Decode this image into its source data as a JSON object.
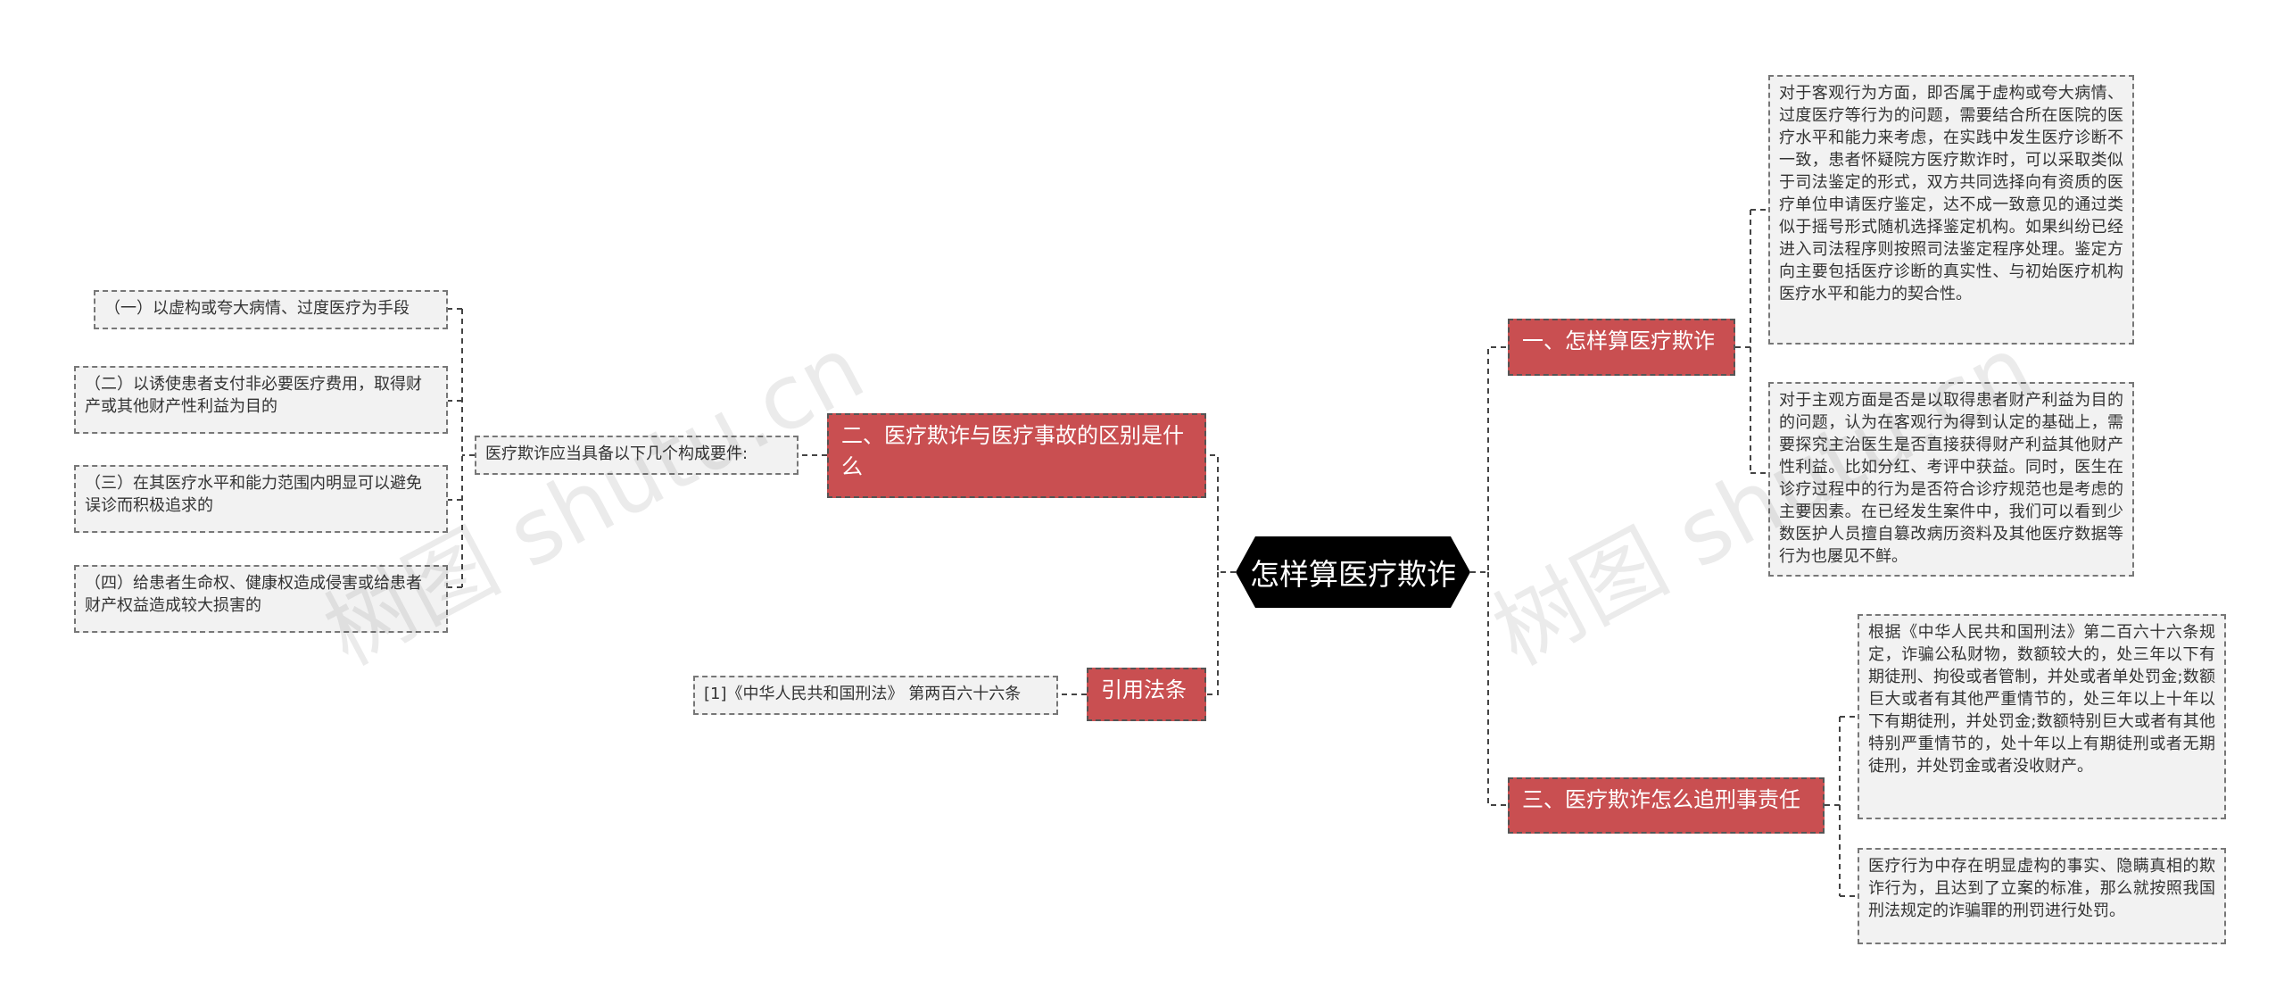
{
  "root": {
    "label": "怎样算医疗欺诈"
  },
  "branches": {
    "b1": {
      "label": "一、怎样算医疗欺诈"
    },
    "b2": {
      "label": "二、医疗欺诈与医疗事故的区别是什么"
    },
    "b3": {
      "label": "三、医疗欺诈怎么追刑事责任"
    },
    "b4": {
      "label": "引用法条"
    }
  },
  "leaves": {
    "b1_l1": "对于客观行为方面，即否属于虚构或夸大病情、过度医疗等行为的问题，需要结合所在医院的医疗水平和能力来考虑，在实践中发生医疗诊断不一致，患者怀疑院方医疗欺诈时，可以采取类似于司法鉴定的形式，双方共同选择向有资质的医疗单位申请医疗鉴定，达不成一致意见的通过类似于摇号形式随机选择鉴定机构。如果纠纷已经进入司法程序则按照司法鉴定程序处理。鉴定方向主要包括医疗诊断的真实性、与初始医疗机构医疗水平和能力的契合性。",
    "b1_l2": "对于主观方面是否是以取得患者财产利益为目的的问题，认为在客观行为得到认定的基础上，需要探究主治医生是否直接获得财产利益其他财产性利益。比如分红、考评中获益。同时，医生在诊疗过程中的行为是否符合诊疗规范也是考虑的主要因素。在已经发生案件中，我们可以看到少数医护人员擅自篡改病历资料及其他医疗数据等行为也屡见不鲜。",
    "b2_mid": "医疗欺诈应当具备以下几个构成要件:",
    "b2_l1": "（一）以虚构或夸大病情、过度医疗为手段",
    "b2_l2": "（二）以诱使患者支付非必要医疗费用，取得财产或其他财产性利益为目的",
    "b2_l3": "（三）在其医疗水平和能力范围内明显可以避免误诊而积极追求的",
    "b2_l4": "（四）给患者生命权、健康权造成侵害或给患者财产权益造成较大损害的",
    "b3_l1": "根据《中华人民共和国刑法》第二百六十六条规定，诈骗公私财物，数额较大的，处三年以下有期徒刑、拘役或者管制，并处或者单处罚金;数额巨大或者有其他严重情节的，处三年以上十年以下有期徒刑，并处罚金;数额特别巨大或者有其他特别严重情节的，处十年以上有期徒刑或者无期徒刑，并处罚金或者没收财产。",
    "b3_l2": "医疗行为中存在明显虚构的事实、隐瞒真相的欺诈行为，且达到了立案的标准，那么就按照我国刑法规定的诈骗罪的刑罚进行处罚。",
    "b4_l1": "[1]《中华人民共和国刑法》 第两百六十六条"
  },
  "watermark": {
    "left": "树图 shutu.cn",
    "right": "树图 shutu.cn"
  },
  "colors": {
    "branch": "#c94f51",
    "root": "#000000",
    "leaf_bg": "#f2f2f2",
    "line": "#444444"
  }
}
